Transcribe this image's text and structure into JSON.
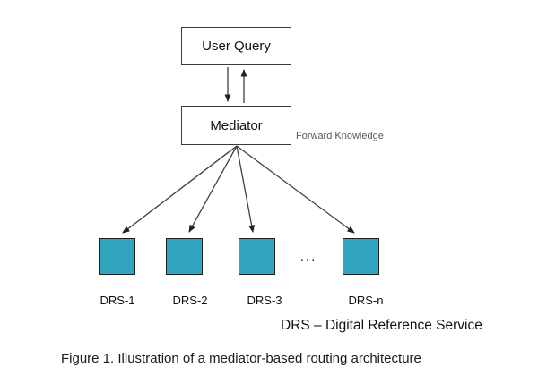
{
  "diagram": {
    "user_query_label": "User Query",
    "mediator_label": "Mediator",
    "forward_knowledge_label": "Forward Knowledge",
    "ellipsis": "...",
    "drs_labels": [
      "DRS-1",
      "DRS-2",
      "DRS-3",
      "DRS-n"
    ],
    "legend": "DRS – Digital Reference Service",
    "caption": "Figure 1. Illustration of a mediator-based routing architecture",
    "colors": {
      "node_fill": "#31a5c0",
      "arrow_stroke": "#3f3f3f",
      "box_border": "#3c3c3c",
      "annotation_gray": "#595959"
    }
  }
}
